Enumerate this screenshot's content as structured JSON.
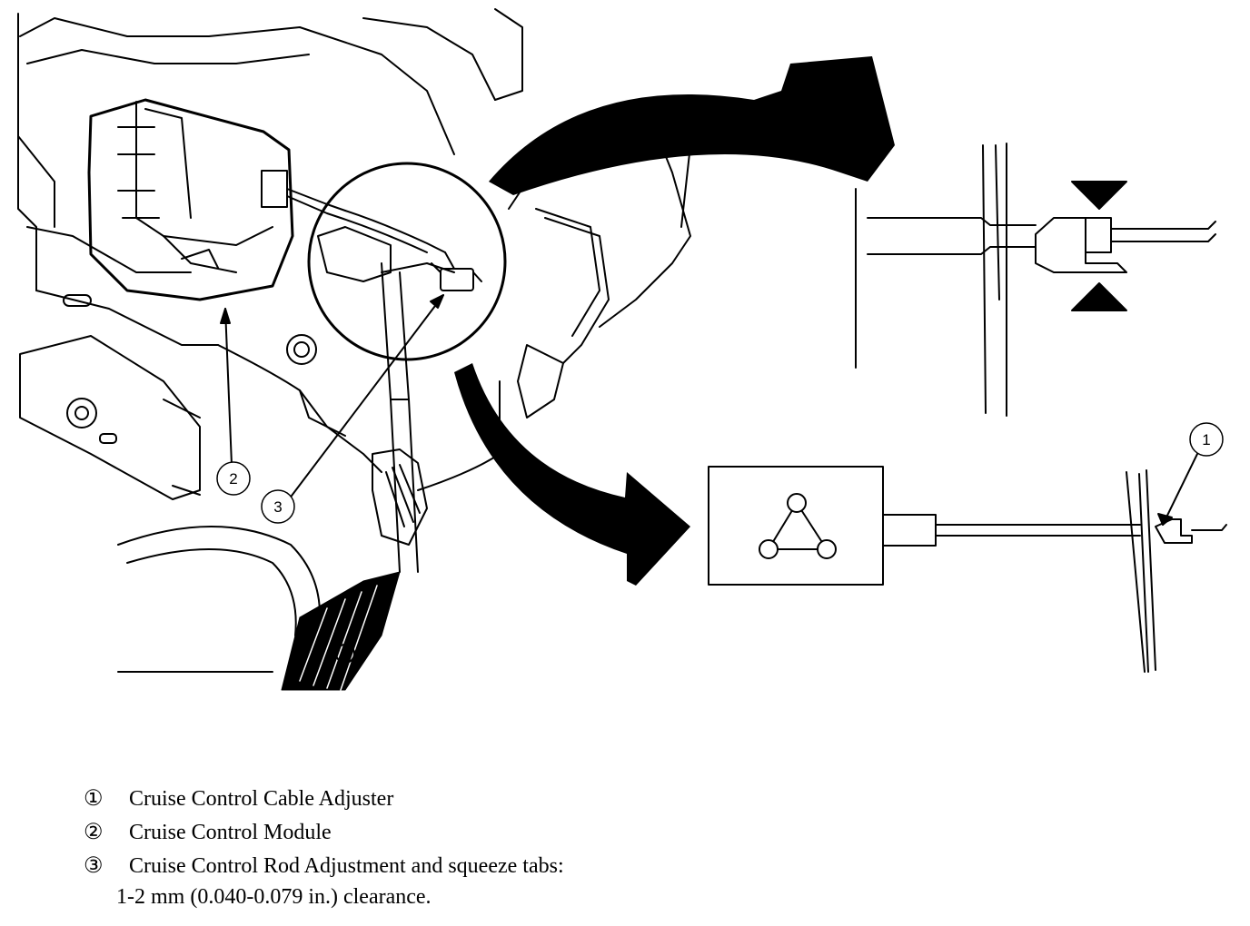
{
  "callouts": {
    "c1": "1",
    "c2": "2",
    "c3": "3"
  },
  "legend": {
    "items": [
      {
        "mark": "①",
        "text": "Cruise Control Cable Adjuster"
      },
      {
        "mark": "②",
        "text": "Cruise Control Module"
      },
      {
        "mark": "③",
        "text": "Cruise Control Rod Adjustment and squeeze tabs:"
      }
    ],
    "note": "1-2 mm (0.040-0.079 in.) clearance."
  }
}
